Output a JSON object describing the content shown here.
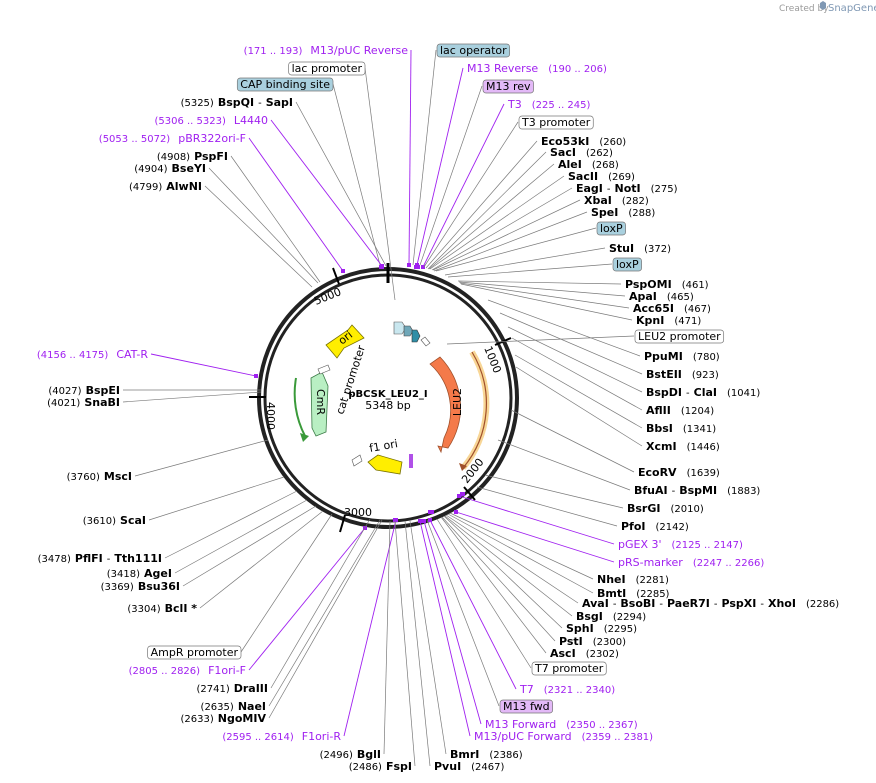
{
  "credit": {
    "created_by": "Created by",
    "brand": "SnapGene"
  },
  "plasmid": {
    "name": "pBCSK_LEU2_I",
    "size": "5348 bp"
  },
  "ticks": {
    "t1000": "1000",
    "t2000": "2000",
    "t3000": "3000",
    "t4000": "4000",
    "t5000": "5000"
  },
  "inner_labels": {
    "leu2": "LEU2",
    "ori": "ori",
    "cmr": "CmR",
    "cat_promoter": "cat promoter",
    "f1_ori": "f1 ori"
  },
  "colors": {
    "primer": "#a020f0",
    "feature_box_blue": "#a9d0de",
    "feature_box_purple": "#e3b9f7",
    "feature_box_white": "#ffffff",
    "leu2": "#f47a4a",
    "ori": "#ffee00",
    "cmr": "#b9efc3"
  },
  "labels": [
    {
      "kind": "primer",
      "coord": "(171 .. 193)",
      "name": "M13/pUC Reverse"
    },
    {
      "kind": "feature",
      "style": "blue",
      "name": "lac operator"
    },
    {
      "kind": "feature",
      "style": "white",
      "name": "lac promoter"
    },
    {
      "kind": "primer",
      "name": "M13 Reverse",
      "coord": "(190 .. 206)"
    },
    {
      "kind": "feature",
      "style": "blue",
      "name": "CAP binding site"
    },
    {
      "kind": "feature",
      "style": "purple",
      "name": "M13 rev"
    },
    {
      "kind": "enzyme",
      "pos": "(5325)",
      "name": "BspQI",
      "extra": "SapI"
    },
    {
      "kind": "primer",
      "name": "T3",
      "coord": "(225 .. 245)"
    },
    {
      "kind": "primer",
      "coord": "(5306 .. 5323)",
      "name": "L4440"
    },
    {
      "kind": "feature",
      "style": "white",
      "name": "T3 promoter"
    },
    {
      "kind": "primer",
      "coord": "(5053 .. 5072)",
      "name": "pBR322ori-F"
    },
    {
      "kind": "enzyme",
      "name": "Eco53kI",
      "pos": "(260)"
    },
    {
      "kind": "enzyme",
      "pos": "(4908)",
      "name": "PspFI"
    },
    {
      "kind": "enzyme",
      "name": "SacI",
      "pos": "(262)"
    },
    {
      "kind": "enzyme",
      "pos": "(4904)",
      "name": "BseYI"
    },
    {
      "kind": "enzyme",
      "name": "AleI",
      "pos": "(268)"
    },
    {
      "kind": "enzyme",
      "name": "SacII",
      "pos": "(269)"
    },
    {
      "kind": "enzyme",
      "pos": "(4799)",
      "name": "AlwNI"
    },
    {
      "kind": "enzyme",
      "name": "EagI",
      "extra": "NotI",
      "pos": "(275)"
    },
    {
      "kind": "enzyme",
      "name": "XbaI",
      "pos": "(282)"
    },
    {
      "kind": "enzyme",
      "name": "SpeI",
      "pos": "(288)"
    },
    {
      "kind": "feature",
      "style": "blue",
      "name": "loxP"
    },
    {
      "kind": "enzyme",
      "name": "StuI",
      "pos": "(372)"
    },
    {
      "kind": "feature",
      "style": "blue",
      "name": "loxP"
    },
    {
      "kind": "enzyme",
      "name": "PspOMI",
      "pos": "(461)"
    },
    {
      "kind": "enzyme",
      "name": "ApaI",
      "pos": "(465)"
    },
    {
      "kind": "enzyme",
      "name": "Acc65I",
      "pos": "(467)"
    },
    {
      "kind": "enzyme",
      "name": "KpnI",
      "pos": "(471)"
    },
    {
      "kind": "feature",
      "style": "white",
      "name": "LEU2 promoter"
    },
    {
      "kind": "primer",
      "coord": "(4156 .. 4175)",
      "name": "CAT-R"
    },
    {
      "kind": "enzyme",
      "name": "PpuMI",
      "pos": "(780)"
    },
    {
      "kind": "enzyme",
      "name": "BstEII",
      "pos": "(923)"
    },
    {
      "kind": "enzyme",
      "pos": "(4027)",
      "name": "BspEI"
    },
    {
      "kind": "enzyme",
      "name": "BspDI",
      "extra": "ClaI",
      "pos": "(1041)"
    },
    {
      "kind": "enzyme",
      "pos": "(4021)",
      "name": "SnaBI"
    },
    {
      "kind": "enzyme",
      "name": "AflII",
      "pos": "(1204)"
    },
    {
      "kind": "enzyme",
      "name": "BbsI",
      "pos": "(1341)"
    },
    {
      "kind": "enzyme",
      "name": "XcmI",
      "pos": "(1446)"
    },
    {
      "kind": "enzyme",
      "pos": "(3760)",
      "name": "MscI"
    },
    {
      "kind": "enzyme",
      "name": "EcoRV",
      "pos": "(1639)"
    },
    {
      "kind": "enzyme",
      "name": "BfuAI",
      "extra": "BspMI",
      "pos": "(1883)"
    },
    {
      "kind": "enzyme",
      "name": "BsrGI",
      "pos": "(2010)"
    },
    {
      "kind": "enzyme",
      "pos": "(3610)",
      "name": "ScaI"
    },
    {
      "kind": "enzyme",
      "name": "PfoI",
      "pos": "(2142)"
    },
    {
      "kind": "primer",
      "name": "pGEX 3'",
      "coord": "(2125 .. 2147)"
    },
    {
      "kind": "enzyme",
      "pos": "(3478)",
      "name": "PflFI",
      "extra": "Tth111I"
    },
    {
      "kind": "primer",
      "name": "pRS-marker",
      "coord": "(2247 .. 2266)"
    },
    {
      "kind": "enzyme",
      "pos": "(3418)",
      "name": "AgeI"
    },
    {
      "kind": "enzyme",
      "name": "NheI",
      "pos": "(2281)"
    },
    {
      "kind": "enzyme",
      "pos": "(3369)",
      "name": "Bsu36I"
    },
    {
      "kind": "enzyme",
      "name": "BmtI",
      "pos": "(2285)"
    },
    {
      "kind": "enzyme",
      "name": "AvaI",
      "extra": "BsoBI",
      "extra2": "PaeR7I",
      "extra3": "PspXI",
      "extra4": "XhoI",
      "pos": "(2286)"
    },
    {
      "kind": "enzyme",
      "pos": "(3304)",
      "name": "BclI *"
    },
    {
      "kind": "enzyme",
      "name": "BsgI",
      "pos": "(2294)"
    },
    {
      "kind": "enzyme",
      "name": "SphI",
      "pos": "(2295)"
    },
    {
      "kind": "enzyme",
      "name": "PstI",
      "pos": "(2300)"
    },
    {
      "kind": "enzyme",
      "name": "AscI",
      "pos": "(2302)"
    },
    {
      "kind": "feature",
      "style": "white",
      "name": "AmpR promoter"
    },
    {
      "kind": "feature",
      "style": "white",
      "name": "T7 promoter"
    },
    {
      "kind": "primer",
      "coord": "(2805 .. 2826)",
      "name": "F1ori-F"
    },
    {
      "kind": "primer",
      "name": "T7",
      "coord": "(2321 .. 2340)"
    },
    {
      "kind": "enzyme",
      "pos": "(2741)",
      "name": "DraIII"
    },
    {
      "kind": "feature",
      "style": "purple",
      "name": "M13 fwd"
    },
    {
      "kind": "enzyme",
      "pos": "(2635)",
      "name": "NaeI"
    },
    {
      "kind": "primer",
      "name": "M13 Forward",
      "coord": "(2350 .. 2367)"
    },
    {
      "kind": "enzyme",
      "pos": "(2633)",
      "name": "NgoMIV"
    },
    {
      "kind": "primer",
      "coord": "(2595 .. 2614)",
      "name": "F1ori-R"
    },
    {
      "kind": "primer",
      "name": "M13/pUC Forward",
      "coord": "(2359 .. 2381)"
    },
    {
      "kind": "enzyme",
      "pos": "(2496)",
      "name": "BglI"
    },
    {
      "kind": "enzyme",
      "name": "BmrI",
      "pos": "(2386)"
    },
    {
      "kind": "enzyme",
      "pos": "(2486)",
      "name": "FspI"
    },
    {
      "kind": "enzyme",
      "name": "PvuI",
      "pos": "(2467)"
    }
  ]
}
